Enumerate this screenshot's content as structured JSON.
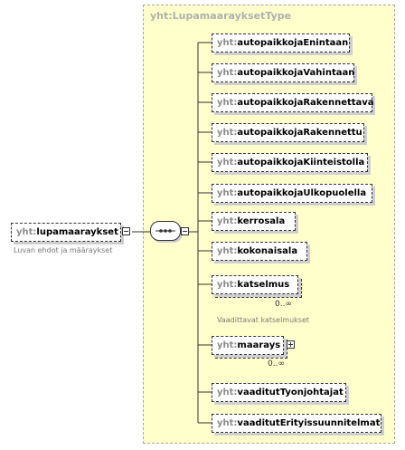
{
  "root": {
    "prefix": "yht:",
    "name": "lupamaaraykset",
    "annotation": "Luvan ehdot ja määraykset"
  },
  "type": {
    "title": "yht:LupamaarayksetType"
  },
  "elements": [
    {
      "prefix": "yht:",
      "name": "autopaikkojaEnintaan"
    },
    {
      "prefix": "yht:",
      "name": "autopaikkojaVahintaan"
    },
    {
      "prefix": "yht:",
      "name": "autopaikkojaRakennettava"
    },
    {
      "prefix": "yht:",
      "name": "autopaikkojaRakennettu"
    },
    {
      "prefix": "yht:",
      "name": "autopaikkojaKiinteistolla"
    },
    {
      "prefix": "yht:",
      "name": "autopaikkojaUlkopuolella"
    },
    {
      "prefix": "yht:",
      "name": "kerrosala"
    },
    {
      "prefix": "yht:",
      "name": "kokonaisala"
    },
    {
      "prefix": "yht:",
      "name": "katselmus",
      "occurrence": "0..∞",
      "annotation": "Vaadittavat katselmukset"
    },
    {
      "prefix": "yht:",
      "name": "maarays",
      "occurrence": "0..∞"
    },
    {
      "prefix": "yht:",
      "name": "vaaditutTyonjohtajat"
    },
    {
      "prefix": "yht:",
      "name": "vaaditutErityissuunnitelmat"
    }
  ]
}
